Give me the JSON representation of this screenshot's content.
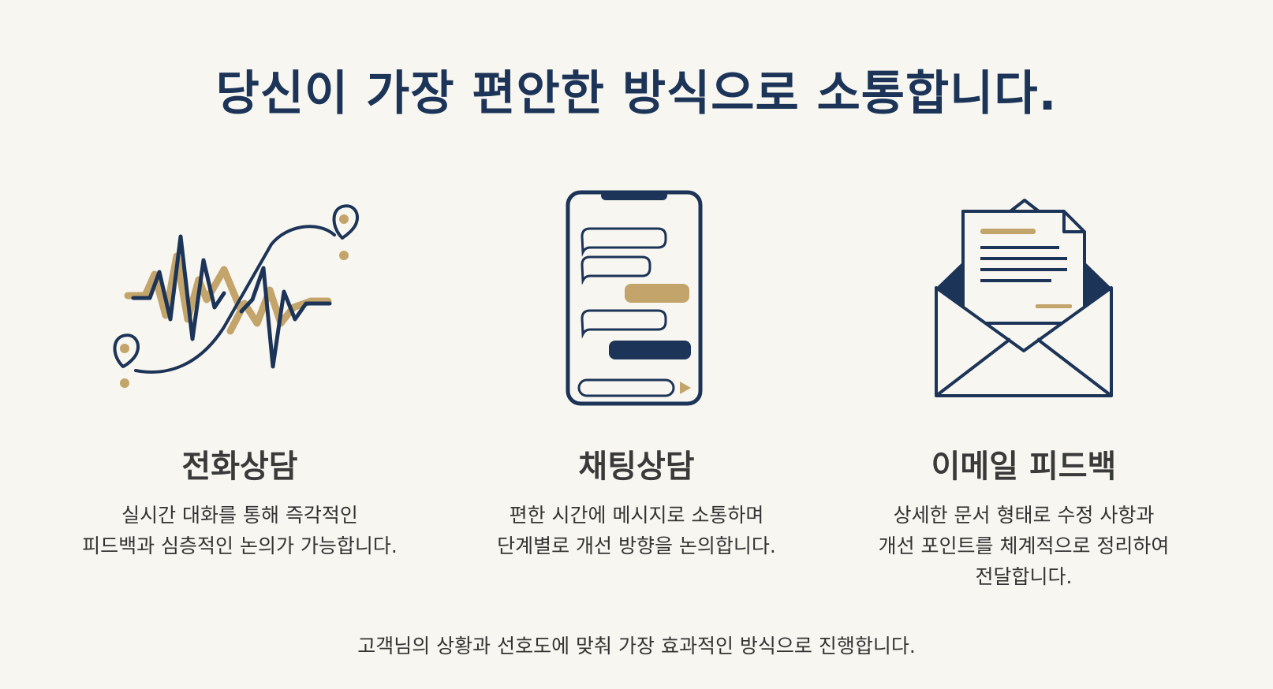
{
  "headline": "당신이 가장 편안한 방식으로 소통합니다.",
  "cards": [
    {
      "icon": "sound-wave-location-icon",
      "title": "전화상담",
      "desc": [
        "실시간 대화를 통해 즉각적인",
        "피드백과 심층적인 논의가 가능합니다."
      ]
    },
    {
      "icon": "smartphone-chat-icon",
      "title": "채팅상담",
      "desc": [
        "편한 시간에 메시지로 소통하며",
        "단계별로 개선 방향을 논의합니다."
      ]
    },
    {
      "icon": "envelope-document-icon",
      "title": "이메일 피드백",
      "desc": [
        "상세한 문서 형태로 수정 사항과",
        "개선 포인트를 체계적으로 정리하여",
        "전달합니다."
      ]
    }
  ],
  "footer": "고객님의 상황과 선호도에 맞춰 가장 효과적인 방식으로 진행합니다.",
  "colors": {
    "navy": "#1c3457",
    "gold": "#c3a46b",
    "background": "#f8f6f0",
    "text": "#333333"
  }
}
